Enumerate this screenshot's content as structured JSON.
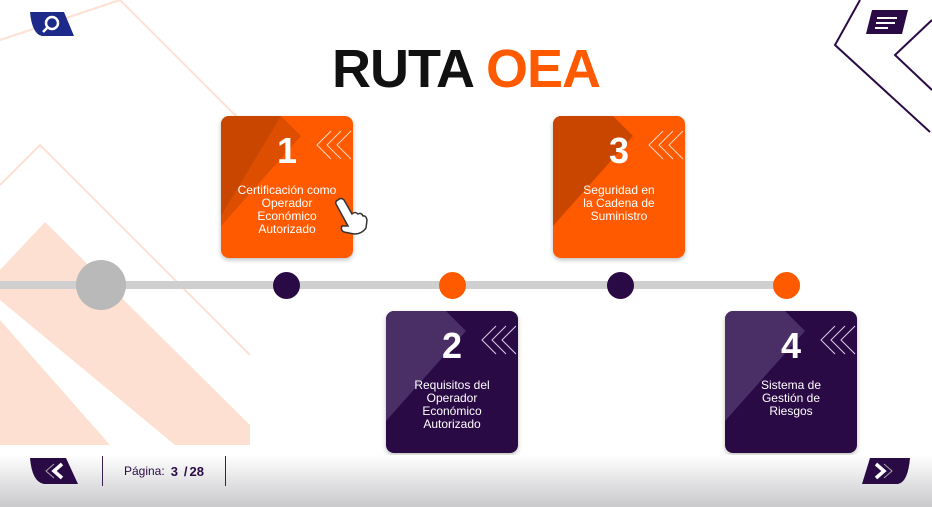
{
  "title": {
    "part1": "RUTA",
    "part2": "OEA"
  },
  "colors": {
    "orange": "#ff5a00",
    "purple": "#2a0a45",
    "navy": "#1e2a8a"
  },
  "steps": [
    {
      "number": "1",
      "label": "Certificación como Operador Económico Autorizado"
    },
    {
      "number": "2",
      "label": "Requisitos del Operador Económico Autorizado"
    },
    {
      "number": "3",
      "label": "Seguridad en la Cadena de Suministro"
    },
    {
      "number": "4",
      "label": "Sistema de Gestión de Riesgos"
    }
  ],
  "pager": {
    "label": "Página:",
    "current": "3",
    "separator": "/",
    "total": "28"
  }
}
